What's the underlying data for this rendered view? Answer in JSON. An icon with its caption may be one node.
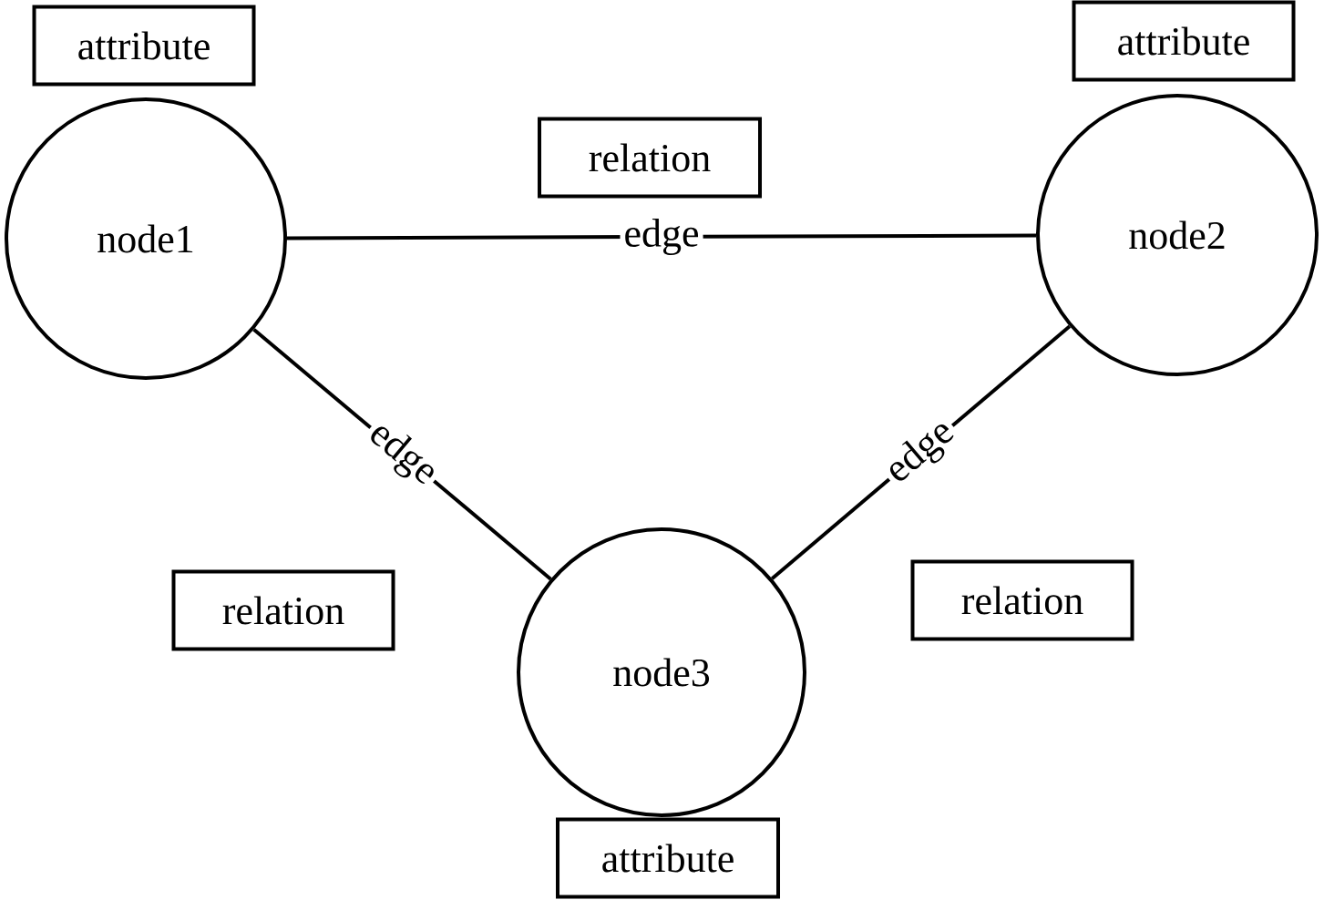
{
  "diagram": {
    "nodes": [
      {
        "text": [
          "attribute"
        ]
      },
      {
        "text": [
          "attribute"
        ]
      },
      {
        "text": [
          "relation"
        ]
      },
      {
        "text": [
          "node1"
        ]
      },
      {
        "text": [
          "node2"
        ]
      },
      {
        "text": [
          "relation"
        ]
      },
      {
        "text": [
          "relation"
        ]
      },
      {
        "text": [
          "node3"
        ]
      },
      {
        "text": [
          "attribute"
        ]
      }
    ],
    "edges": [
      {
        "from": 3,
        "to": 4,
        "arrow": "none",
        "label": "edge"
      },
      {
        "from": 3,
        "to": 7,
        "arrow": "none",
        "label": "edge"
      },
      {
        "from": 4,
        "to": 7,
        "arrow": "none",
        "label": "edge"
      }
    ]
  }
}
